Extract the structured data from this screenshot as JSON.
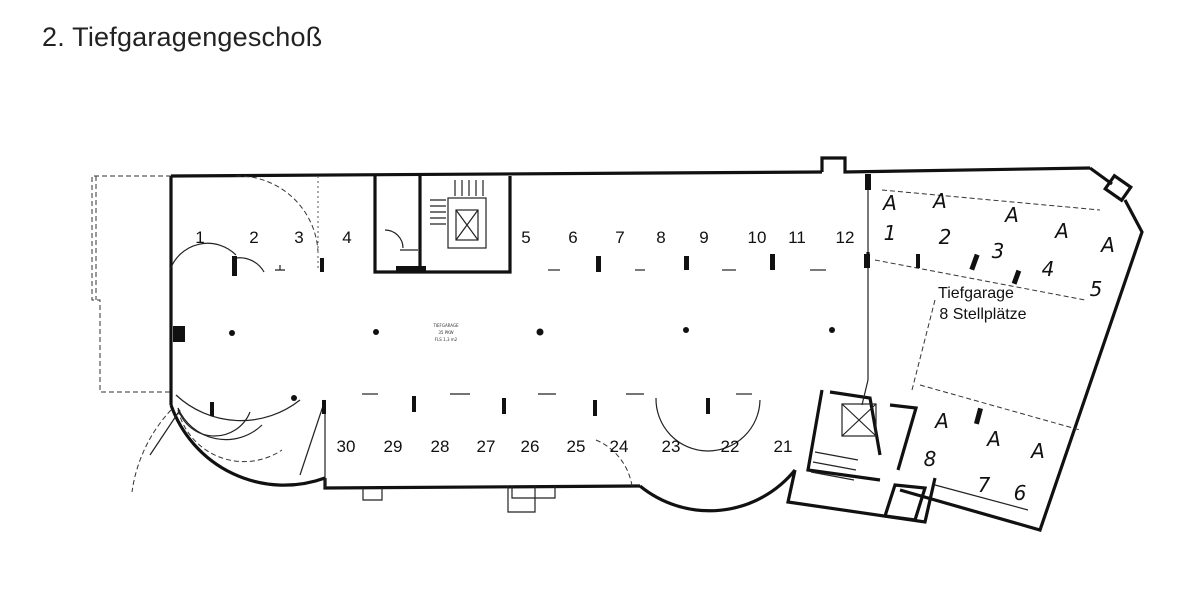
{
  "title": "2. Tiefgaragengeschoß",
  "garage_label": {
    "line1": "Tiefgarage",
    "line2": "8 Stellplätze"
  },
  "center_note": [
    "TIEFGARAGE",
    "35 PKW",
    "FLS 1,3 m2"
  ],
  "spaces_top": [
    "1",
    "2",
    "3",
    "4",
    "5",
    "6",
    "7",
    "8",
    "9",
    "10",
    "11",
    "12"
  ],
  "spaces_bottom": [
    "30",
    "29",
    "28",
    "27",
    "26",
    "25",
    "24",
    "23",
    "22",
    "21"
  ],
  "handwritten_top": [
    {
      "letter": "A",
      "num": "1"
    },
    {
      "letter": "A",
      "num": "2"
    },
    {
      "letter": "A",
      "num": "3"
    },
    {
      "letter": "A",
      "num": "4"
    },
    {
      "letter": "A",
      "num": "5"
    }
  ],
  "handwritten_bottom": [
    {
      "letter": "A",
      "num": "8"
    },
    {
      "letter": "A",
      "num": "7"
    },
    {
      "letter": "A",
      "num": "6"
    }
  ]
}
